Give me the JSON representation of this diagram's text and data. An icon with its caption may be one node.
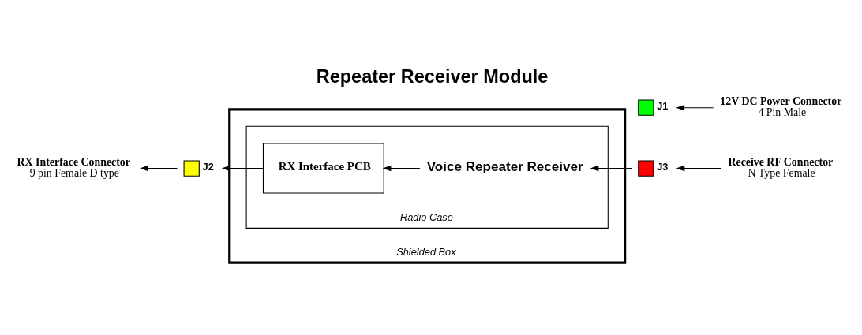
{
  "diagram": {
    "title": "Repeater Receiver Module",
    "nodes": [
      {
        "text": [
          "Shielded Box"
        ]
      },
      {
        "text": [
          "Radio Case"
        ],
        "in": 0
      },
      {
        "text": [
          "RX Interface PCB"
        ],
        "in": 1
      },
      {
        "text": [
          "Voice Repeater Receiver"
        ],
        "in": 1
      },
      {
        "text": [],
        "shape": "box",
        "beside": [
          "J2"
        ]
      },
      {
        "text": [],
        "shape": "box",
        "beside": [
          "J3"
        ]
      },
      {
        "text": [],
        "shape": "box",
        "beside": [
          "J1"
        ]
      },
      {
        "text": [
          "RX Interface Connector",
          "9 pin Female D type"
        ]
      },
      {
        "text": [
          "Receive RF Connector",
          "N Type Female"
        ]
      },
      {
        "text": [
          "12V DC Power Connector",
          "4 Pin Male"
        ]
      }
    ],
    "edges": [
      {
        "from": 8,
        "to": 5,
        "arrow": "to"
      },
      {
        "from": 5,
        "to": 3,
        "arrow": "to"
      },
      {
        "from": 3,
        "to": 2,
        "arrow": "to"
      },
      {
        "from": 2,
        "to": 4,
        "arrow": "to"
      },
      {
        "from": 4,
        "to": 7,
        "arrow": "to"
      },
      {
        "from": 9,
        "to": 6,
        "arrow": "to"
      }
    ]
  }
}
